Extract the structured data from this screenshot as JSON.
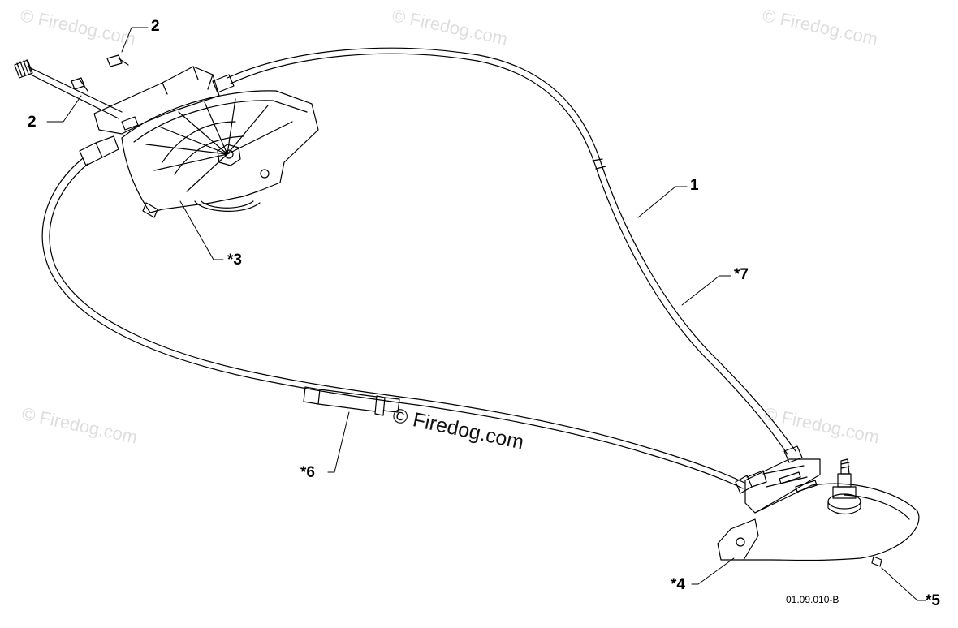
{
  "watermark": {
    "text": "© Firedog.com",
    "center_text": "© Firedog.com"
  },
  "callouts": {
    "c1": "1",
    "c2a": "2",
    "c2b": "2",
    "c3": "*3",
    "c4": "*4",
    "c5": "*5",
    "c6": "*6",
    "c7": "*7"
  },
  "drawing_code": "01.09.010-B",
  "colors": {
    "line": "#000000",
    "background": "#ffffff",
    "watermark": "#dedede"
  }
}
